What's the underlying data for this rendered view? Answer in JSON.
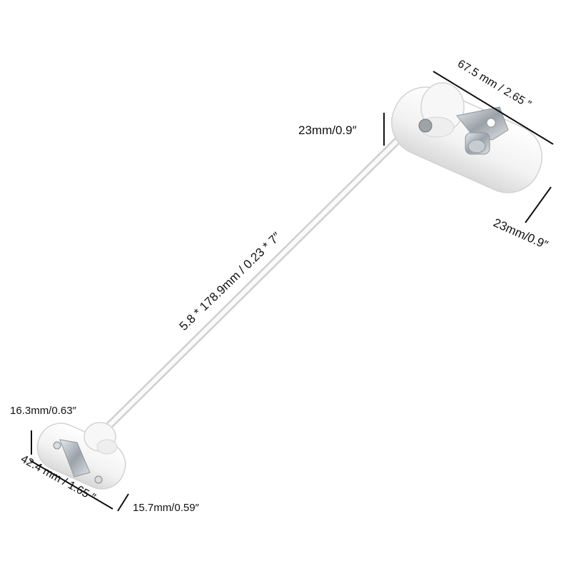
{
  "dimensions": {
    "top_length": "67.5 mm / 2.65 ″",
    "top_height": "23mm/0.9″",
    "top_width": "23mm/0.9″",
    "cable": "5.8 * 178.9mm / 0.23 * 7″",
    "bottom_height": "16.3mm/0.63″",
    "bottom_length": "42.4 mm / 1.65 ″",
    "bottom_width": "15.7mm/0.59″"
  },
  "colors": {
    "background": "#ffffff",
    "lock_body": "#f4f4f4",
    "metal": "#b9bec4",
    "dimension_line": "#111111"
  }
}
